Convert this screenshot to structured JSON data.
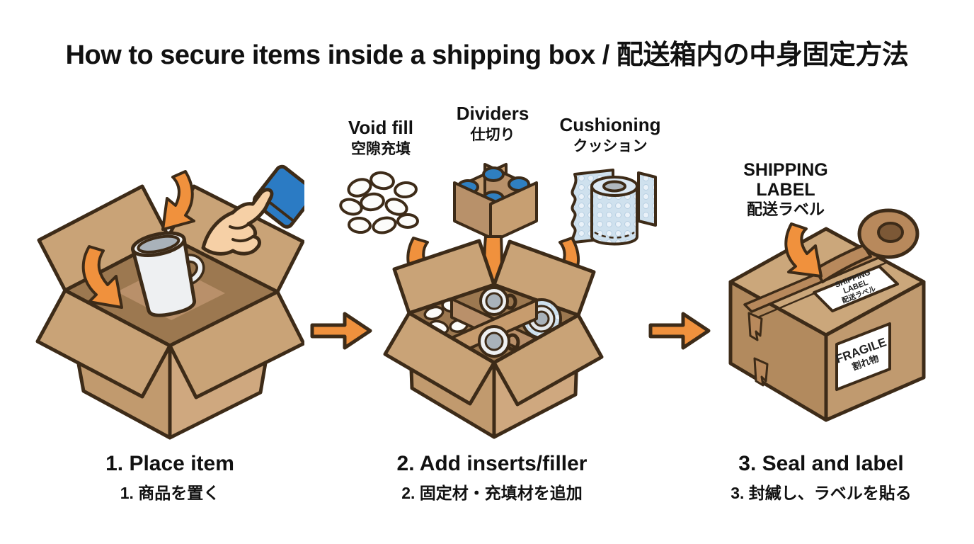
{
  "title": "How to secure items inside a shipping box / 配送箱内の中身固定方法",
  "steps": [
    {
      "caption_en": "1. Place item",
      "caption_ja": "1. 商品を置く"
    },
    {
      "caption_en": "2. Add inserts/filler",
      "caption_ja": "2. 固定材・充填材を追加"
    },
    {
      "caption_en": "3. Seal and label",
      "caption_ja": "3. 封緘し、ラベルを貼る"
    }
  ],
  "materials": [
    {
      "name_en": "Void fill",
      "name_ja": "空隙充填"
    },
    {
      "name_en": "Dividers",
      "name_ja": "仕切り"
    },
    {
      "name_en": "Cushioning",
      "name_ja": "クッション"
    }
  ],
  "annotations": {
    "shipping_label": {
      "line1": "SHIPPING",
      "line2": "LABEL",
      "line3": "配送ラベル"
    }
  },
  "stickers": {
    "shipping": {
      "line1": "SHIPPING",
      "line2": "LABEL",
      "line3": "配送ラベル"
    },
    "fragile": {
      "line1": "FRAGILE",
      "line2": "割れ物"
    }
  },
  "colors": {
    "background": "#ffffff",
    "text": "#111111",
    "outline": "#3d2b18",
    "arrow_orange": "#f0913d",
    "cardboard_light": "#cfa87f",
    "cardboard_mid": "#c19a6e",
    "cardboard_dark": "#ab8257",
    "sleeve_blue": "#2b7bc4",
    "bubble_blue": "#cfe1ee",
    "item_blue": "#2f7fc0",
    "mug_white": "#eef0f2",
    "tape_brown": "#b8895c",
    "label_white": "#ffffff"
  }
}
